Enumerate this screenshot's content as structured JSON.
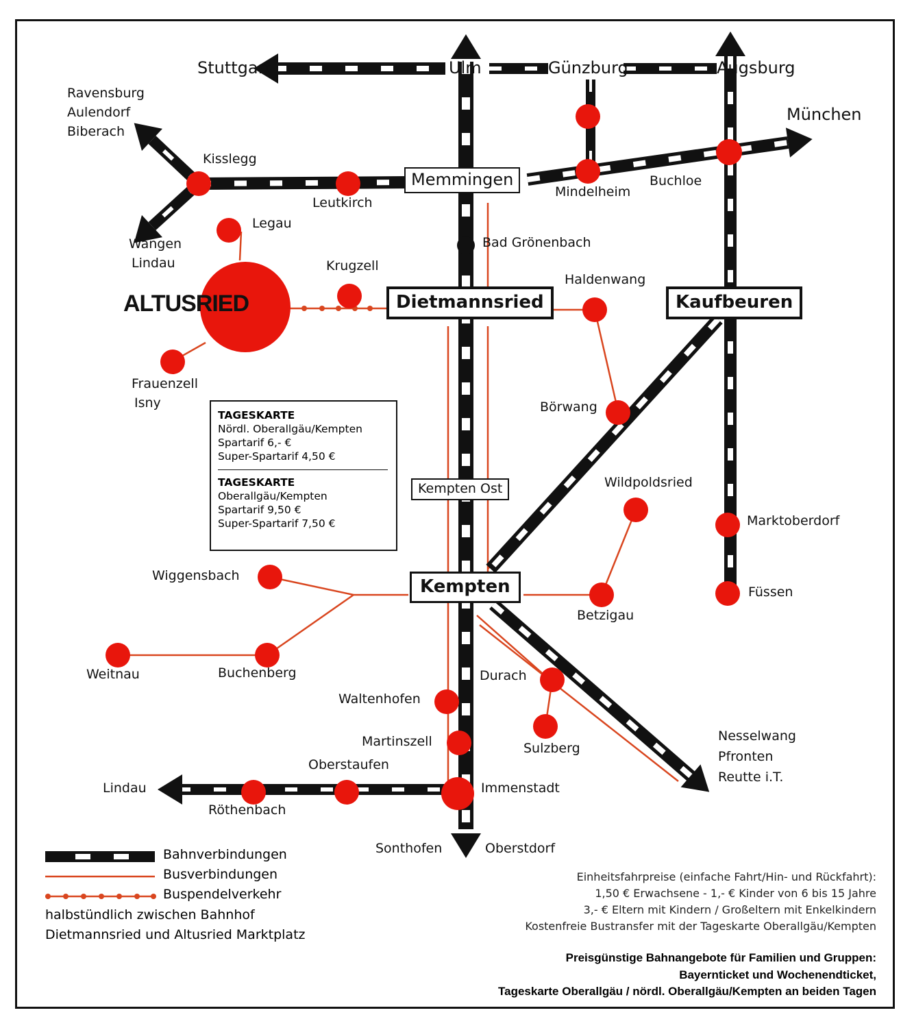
{
  "colors": {
    "rail_dark": "#111111",
    "rail_light": "#ffffff",
    "bus": "#d9461f",
    "stop": "#e8160c",
    "frame": "#111111"
  },
  "rail_ends": {
    "stuttgart": "Stuttgart",
    "ulm": "Ulm",
    "guenzburg": "Günzburg",
    "augsburg": "Augsburg",
    "muenchen": "München",
    "ravensburg": "Ravensburg",
    "aulendorf": "Aulendorf",
    "biberach": "Biberach",
    "wangen": "Wangen",
    "lindau_nw": "Lindau",
    "lindau_sw": "Lindau",
    "sonthofen": "Sonthofen",
    "oberstdorf": "Oberstdorf",
    "nesselwang": "Nesselwang",
    "pfronten": "Pfronten",
    "reutte": "Reutte i.T."
  },
  "stations": {
    "memmingen": "Memmingen",
    "dietmannsried": "Dietmannsried",
    "kaufbeuren": "Kaufbeuren",
    "kempten_ost": "Kempten Ost",
    "kempten": "Kempten",
    "altusried": "ALTUSRIED"
  },
  "stops": {
    "kisslegg": "Kisslegg",
    "leutkirch": "Leutkirch",
    "mindelheim": "Mindelheim",
    "buchloe": "Buchloe",
    "bad_groenenbach": "Bad Grönenbach",
    "legau": "Legau",
    "krugzell": "Krugzell",
    "haldenwang": "Haldenwang",
    "frauenzell": "Frauenzell",
    "isny": "Isny",
    "boerwang": "Börwang",
    "wildpoldsried": "Wildpoldsried",
    "marktoberdorf": "Marktoberdorf",
    "fuessen": "Füssen",
    "wiggensbach": "Wiggensbach",
    "betzigau": "Betzigau",
    "weitnau": "Weitnau",
    "buchenberg": "Buchenberg",
    "durach": "Durach",
    "waltenhofen": "Waltenhofen",
    "sulzberg": "Sulzberg",
    "martinszell": "Martinszell",
    "oberstaufen": "Oberstaufen",
    "immenstadt": "Immenstadt",
    "roethenbach": "Röthenbach"
  },
  "tickets": [
    {
      "title": "TAGESKARTE",
      "lines": [
        "Nördl. Oberallgäu/Kempten",
        "Spartarif 6,- €",
        "Super-Spartarif 4,50 €"
      ]
    },
    {
      "title": "TAGESKARTE",
      "lines": [
        "Oberallgäu/Kempten",
        "Spartarif 9,50 €",
        "Super-Spartarif 7,50 €"
      ]
    }
  ],
  "legend": {
    "rail": "Bahnverbindungen",
    "bus": "Busverbindungen",
    "shuttle": "Buspendelverkehr",
    "shuttle_note_1": "halbstündlich zwischen Bahnhof",
    "shuttle_note_2": "Dietmannsried und Altusried Marktplatz"
  },
  "fares": {
    "title": "Einheitsfahrpreise (einfache Fahrt/Hin- und Rückfahrt):",
    "line1": "1,50 € Erwachsene  -  1,- € Kinder von 6 bis 15 Jahre",
    "line2": "3,- € Eltern mit Kindern / Großeltern mit Enkelkindern",
    "line3": "Kostenfreie Bustransfer mit der Tageskarte Oberallgäu/Kempten"
  },
  "offers": {
    "line1": "Preisgünstige Bahnangebote für Familien und Gruppen:",
    "line2": "Bayernticket und Wochenendticket,",
    "line3": "Tageskarte Oberallgäu / nördl. Oberallgäu/Kempten an beiden Tagen"
  }
}
